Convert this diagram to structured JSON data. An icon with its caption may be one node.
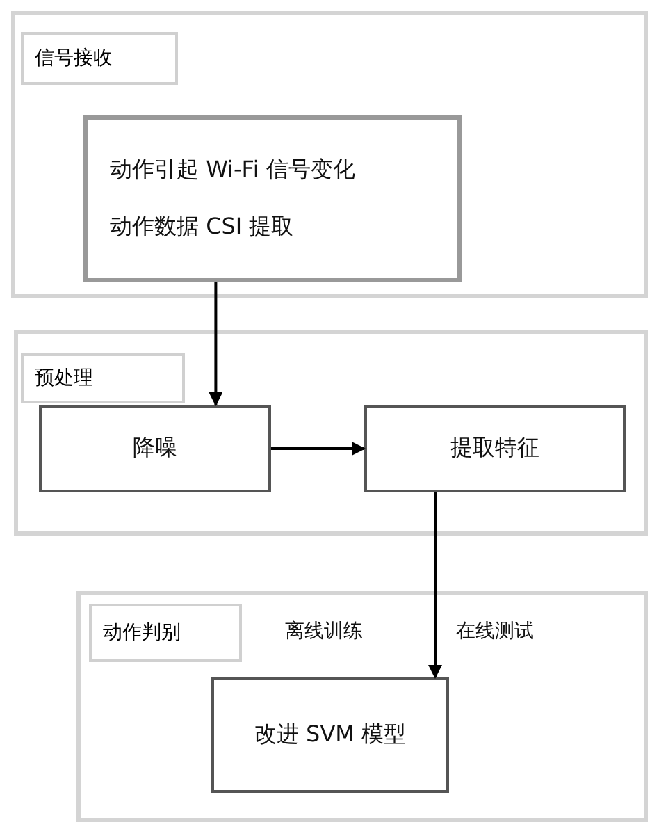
{
  "diagram": {
    "nodes": [
      {
        "text": [
          "信号接收"
        ]
      },
      {
        "text": [
          "动作引起 Wi-Fi 信号变化",
          "动作数据 CSI 提取"
        ],
        "in": 0
      },
      {
        "text": [
          "预处理"
        ]
      },
      {
        "text": [
          "降噪"
        ],
        "in": 2
      },
      {
        "text": [
          "提取特征"
        ],
        "in": 2
      },
      {
        "text": [
          "动作判别"
        ]
      },
      {
        "text": [
          "改进 SVM 模型"
        ],
        "in": 5
      }
    ],
    "edges": [
      {
        "from": 1,
        "to": 3,
        "arrow": "to"
      },
      {
        "from": 3,
        "to": 4,
        "arrow": "to"
      },
      {
        "from": 4,
        "to": 6,
        "arrow": "to"
      }
    ],
    "labels": [
      "离线训练",
      "在线测试"
    ]
  }
}
